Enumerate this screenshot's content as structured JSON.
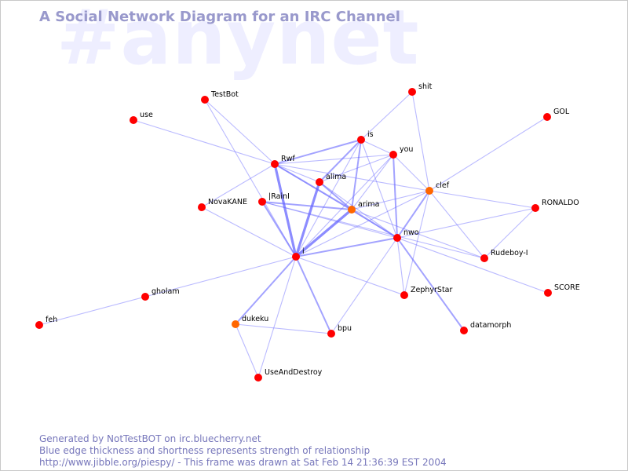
{
  "watermark": "#anynet",
  "title": "A Social Network Diagram for an IRC Channel",
  "footer": {
    "line1": "Generated by NotTestBOT on irc.bluecherry.net",
    "line2": "Blue edge thickness and shortness represents strength of relationship",
    "line3": "http://www.jibble.org/piespy/ - This frame was drawn at Sat Feb 14 21:36:39 EST 2004"
  },
  "colors": {
    "node": "#ff0000",
    "node_recent": "#ff6600",
    "edge": "#6666ff",
    "title": "#9999cc",
    "watermark": "#eeeeff",
    "footer": "#7777bb"
  },
  "nodes": [
    {
      "id": "testbot",
      "label": "TestBot",
      "color": "#ff0000"
    },
    {
      "id": "shit",
      "label": "shit",
      "color": "#ff0000"
    },
    {
      "id": "use",
      "label": "use",
      "color": "#ff0000"
    },
    {
      "id": "gol",
      "label": "GOL",
      "color": "#ff0000"
    },
    {
      "id": "is",
      "label": "is",
      "color": "#ff0000"
    },
    {
      "id": "you",
      "label": "you",
      "color": "#ff0000"
    },
    {
      "id": "rwf",
      "label": "Rwf",
      "color": "#ff0000"
    },
    {
      "id": "alima",
      "label": "alima",
      "color": "#ff0000"
    },
    {
      "id": "clef",
      "label": "clef",
      "color": "#ff6600"
    },
    {
      "id": "novakane",
      "label": "NovaKANE",
      "color": "#ff0000"
    },
    {
      "id": "irainl",
      "label": "|RainI",
      "color": "#ff0000"
    },
    {
      "id": "arima",
      "label": "arima",
      "color": "#ff6600"
    },
    {
      "id": "ronaldo",
      "label": "RONALDO",
      "color": "#ff0000"
    },
    {
      "id": "nwo",
      "label": "nwo",
      "color": "#ff0000"
    },
    {
      "id": "rudeboy",
      "label": "Rudeboy-I",
      "color": "#ff0000"
    },
    {
      "id": "i",
      "label": "i",
      "color": "#ff0000"
    },
    {
      "id": "score",
      "label": "SCORE",
      "color": "#ff0000"
    },
    {
      "id": "zephyrstar",
      "label": "ZephyrStar",
      "color": "#ff0000"
    },
    {
      "id": "gholam",
      "label": "gholam",
      "color": "#ff0000"
    },
    {
      "id": "feh",
      "label": "feh",
      "color": "#ff0000"
    },
    {
      "id": "dukeku",
      "label": "dukeku",
      "color": "#ff6600"
    },
    {
      "id": "bpu",
      "label": "bpu",
      "color": "#ff0000"
    },
    {
      "id": "datamorph",
      "label": "datamorph",
      "color": "#ff0000"
    },
    {
      "id": "useanddestroy",
      "label": "UseAndDestroy",
      "color": "#ff0000"
    }
  ],
  "edges": [
    {
      "from": "i",
      "to": "rwf",
      "weight": 3
    },
    {
      "from": "i",
      "to": "alima",
      "weight": 3
    },
    {
      "from": "i",
      "to": "arima",
      "weight": 3
    },
    {
      "from": "i",
      "to": "dukeku",
      "weight": 2
    },
    {
      "from": "i",
      "to": "irainl",
      "weight": 2
    },
    {
      "from": "i",
      "to": "nwo",
      "weight": 2
    },
    {
      "from": "i",
      "to": "bpu",
      "weight": 2
    },
    {
      "from": "i",
      "to": "novakane",
      "weight": 1
    },
    {
      "from": "i",
      "to": "gholam",
      "weight": 1
    },
    {
      "from": "i",
      "to": "useanddestroy",
      "weight": 1
    },
    {
      "from": "i",
      "to": "zephyrstar",
      "weight": 1
    },
    {
      "from": "i",
      "to": "clef",
      "weight": 1
    },
    {
      "from": "i",
      "to": "is",
      "weight": 1
    },
    {
      "from": "i",
      "to": "you",
      "weight": 1
    },
    {
      "from": "gholam",
      "to": "feh",
      "weight": 1
    },
    {
      "from": "dukeku",
      "to": "bpu",
      "weight": 1
    },
    {
      "from": "dukeku",
      "to": "useanddestroy",
      "weight": 1
    },
    {
      "from": "rwf",
      "to": "is",
      "weight": 2
    },
    {
      "from": "rwf",
      "to": "you",
      "weight": 1
    },
    {
      "from": "rwf",
      "to": "alima",
      "weight": 1
    },
    {
      "from": "rwf",
      "to": "arima",
      "weight": 2
    },
    {
      "from": "rwf",
      "to": "nwo",
      "weight": 1
    },
    {
      "from": "rwf",
      "to": "use",
      "weight": 1
    },
    {
      "from": "rwf",
      "to": "novakane",
      "weight": 1
    },
    {
      "from": "rwf",
      "to": "clef",
      "weight": 1
    },
    {
      "from": "testbot",
      "to": "rwf",
      "weight": 1
    },
    {
      "from": "testbot",
      "to": "i",
      "weight": 1
    },
    {
      "from": "is",
      "to": "you",
      "weight": 1
    },
    {
      "from": "is",
      "to": "alima",
      "weight": 2
    },
    {
      "from": "is",
      "to": "arima",
      "weight": 2
    },
    {
      "from": "is",
      "to": "nwo",
      "weight": 1
    },
    {
      "from": "is",
      "to": "shit",
      "weight": 1
    },
    {
      "from": "you",
      "to": "alima",
      "weight": 1
    },
    {
      "from": "you",
      "to": "arima",
      "weight": 1
    },
    {
      "from": "you",
      "to": "nwo",
      "weight": 2
    },
    {
      "from": "you",
      "to": "clef",
      "weight": 1
    },
    {
      "from": "alima",
      "to": "arima",
      "weight": 2
    },
    {
      "from": "alima",
      "to": "nwo",
      "weight": 1
    },
    {
      "from": "irainl",
      "to": "arima",
      "weight": 2
    },
    {
      "from": "irainl",
      "to": "nwo",
      "weight": 1
    },
    {
      "from": "irainl",
      "to": "rudeboy",
      "weight": 1
    },
    {
      "from": "arima",
      "to": "nwo",
      "weight": 2
    },
    {
      "from": "arima",
      "to": "clef",
      "weight": 1
    },
    {
      "from": "arima",
      "to": "rudeboy",
      "weight": 1
    },
    {
      "from": "nwo",
      "to": "clef",
      "weight": 2
    },
    {
      "from": "nwo",
      "to": "ronaldo",
      "weight": 1
    },
    {
      "from": "nwo",
      "to": "zephyrstar",
      "weight": 1
    },
    {
      "from": "nwo",
      "to": "datamorph",
      "weight": 2
    },
    {
      "from": "nwo",
      "to": "score",
      "weight": 1
    },
    {
      "from": "nwo",
      "to": "bpu",
      "weight": 1
    },
    {
      "from": "clef",
      "to": "shit",
      "weight": 1
    },
    {
      "from": "clef",
      "to": "gol",
      "weight": 1
    },
    {
      "from": "clef",
      "to": "ronaldo",
      "weight": 1
    },
    {
      "from": "clef",
      "to": "rudeboy",
      "weight": 1
    },
    {
      "from": "clef",
      "to": "zephyrstar",
      "weight": 1
    },
    {
      "from": "ronaldo",
      "to": "rudeboy",
      "weight": 1
    }
  ]
}
